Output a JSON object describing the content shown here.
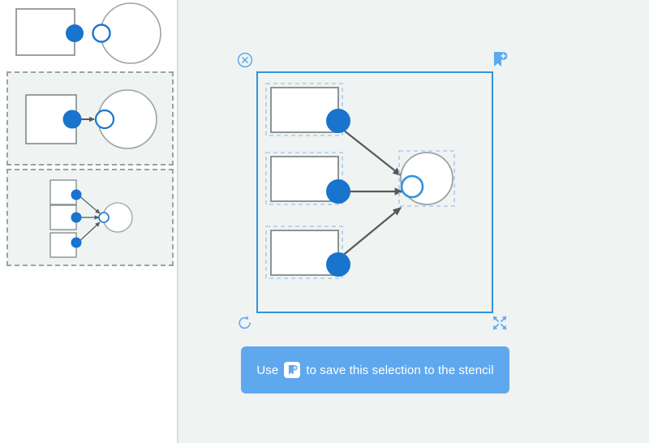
{
  "app": {
    "accent_blue": "#1874CD",
    "selection_blue": "#2F93E0",
    "banner_blue": "#5FA8EE",
    "canvas_bg": "#EFF3F2",
    "panel_bg": "#FFFFFF",
    "node_stroke": "#808A8A",
    "link_stroke": "#555B5B",
    "dashed_outline": "#AECBE8",
    "stencil_frame": "#9AA3A2"
  },
  "stencil": {
    "panel_name": "stencil",
    "items": [
      {
        "id": "stencil-item-square-to-circle-plain",
        "label": "square and circle with ports",
        "framed": false,
        "shapes": [
          "square",
          "circle"
        ],
        "ports": [
          "filled-port",
          "hollow-port"
        ],
        "links": 0
      },
      {
        "id": "stencil-item-square-to-circle-link",
        "label": "square linked to circle",
        "framed": true,
        "shapes": [
          "square",
          "circle"
        ],
        "ports": [
          "filled-port",
          "hollow-port"
        ],
        "links": 1
      },
      {
        "id": "stencil-item-three-squares-to-circle",
        "label": "three squares linked to circle",
        "framed": true,
        "shapes": [
          "square",
          "square",
          "square",
          "circle"
        ],
        "ports": [
          "filled-port",
          "filled-port",
          "filled-port",
          "hollow-port"
        ],
        "links": 3
      }
    ]
  },
  "canvas": {
    "selection": {
      "name": "selection-frame",
      "nodes": [
        {
          "id": "node-square-1",
          "type": "square",
          "selected": true
        },
        {
          "id": "node-square-2",
          "type": "square",
          "selected": true
        },
        {
          "id": "node-square-3",
          "type": "square",
          "selected": true
        },
        {
          "id": "node-circle-1",
          "type": "circle",
          "selected": true
        }
      ],
      "links": [
        {
          "from": "node-square-1",
          "to": "node-circle-1"
        },
        {
          "from": "node-square-2",
          "to": "node-circle-1"
        },
        {
          "from": "node-square-3",
          "to": "node-circle-1"
        }
      ]
    },
    "handles": [
      {
        "name": "delete-selection-handle",
        "icon": "close-circle-icon",
        "position": "top-left"
      },
      {
        "name": "save-to-stencil-handle",
        "icon": "bookmark-plus-icon",
        "position": "top-right"
      },
      {
        "name": "rotate-selection-handle",
        "icon": "rotate-icon",
        "position": "bottom-left"
      },
      {
        "name": "resize-selection-handle",
        "icon": "expand-arrows-icon",
        "position": "bottom-right"
      }
    ]
  },
  "hint": {
    "name": "save-to-stencil-hint",
    "text_before": "Use",
    "icon": "bookmark-plus-icon",
    "text_after": "to save this selection to the stencil",
    "full_text": "Use  to save this selection to the stencil"
  }
}
